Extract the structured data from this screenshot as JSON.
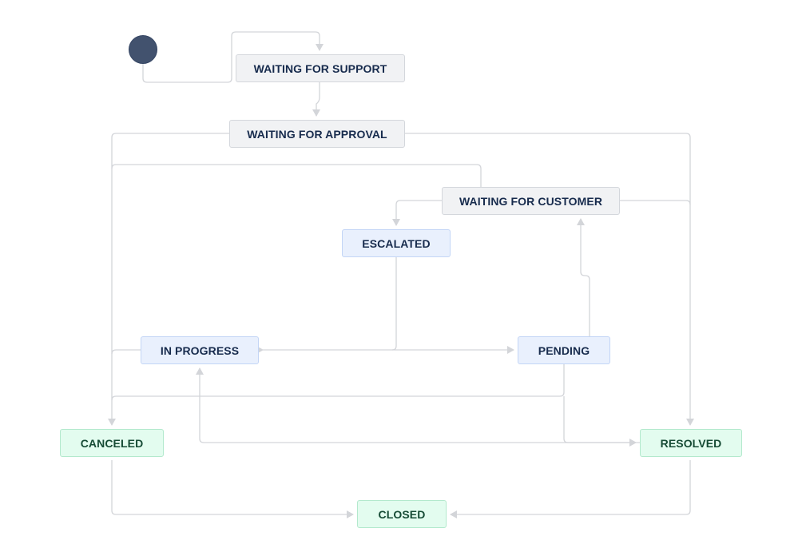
{
  "diagram": {
    "statuses": {
      "waiting_support": "WAITING FOR SUPPORT",
      "waiting_approval": "WAITING FOR APPROVAL",
      "waiting_customer": "WAITING FOR CUSTOMER",
      "escalated": "ESCALATED",
      "in_progress": "IN PROGRESS",
      "pending": "PENDING",
      "canceled": "CANCELED",
      "resolved": "RESOLVED",
      "closed": "CLOSED"
    },
    "colors": {
      "line": "#d3d5d9",
      "start": "#42526e",
      "todo_bg": "#f1f2f4",
      "in_progress_bg": "#e9f0fd",
      "done_bg": "#e3fcef"
    }
  }
}
